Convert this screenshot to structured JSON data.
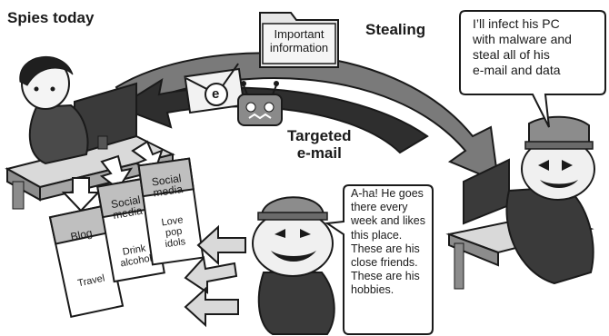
{
  "title": "Spies today",
  "arrow_labels": {
    "stealing": "Stealing",
    "targeted_line1": "Targeted",
    "targeted_line2": "e-mail"
  },
  "folder_label": "Important\ninformation",
  "envelope_icon": "e",
  "speech_bubbles": {
    "hacker": "I’ll infect his PC\nwith malware and\nsteal all of his\ne-mail and data",
    "spy": "A-ha! He goes\nthere every\nweek and likes\nthis place.\nThese are his\nclose friends.\nThese are his\nhobbies."
  },
  "cards": [
    {
      "header": "Blog",
      "body": "Travel"
    },
    {
      "header": "Social\nmedia",
      "body": "Drink\nalcohol"
    },
    {
      "header": "Social\nmedia",
      "body": "Love\npop\nidols"
    }
  ],
  "colors": {
    "arrow": "#3d3d3d",
    "arrow_light": "#d9d9d9",
    "outline": "#1a1a1a",
    "fill_gray": "#bfbfbf"
  }
}
